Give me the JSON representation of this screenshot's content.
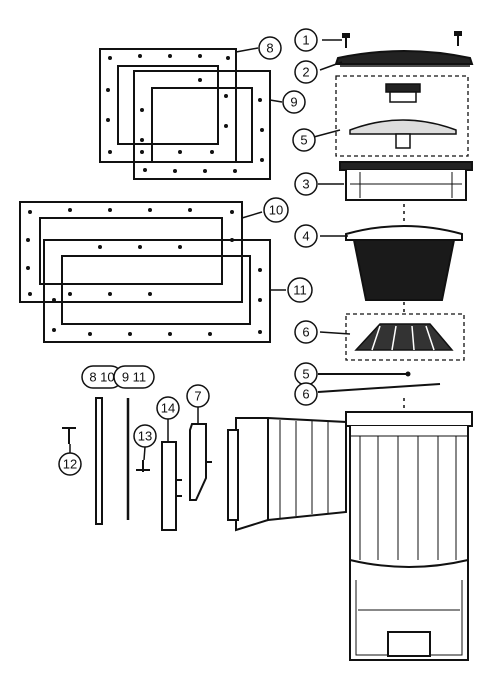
{
  "callouts": {
    "c1": "1",
    "c2": "2",
    "c3": "3",
    "c4": "4",
    "c5": "5",
    "c6": "6",
    "c5b": "5",
    "c6b": "6",
    "c7": "7",
    "c8": "8",
    "c9": "9",
    "c10": "10",
    "c11": "11",
    "c8_10": "8 10",
    "c9_11": "9 11",
    "c12": "12",
    "c13": "13",
    "c14": "14"
  },
  "colors": {
    "ink": "#111111",
    "paper": "#ffffff"
  }
}
